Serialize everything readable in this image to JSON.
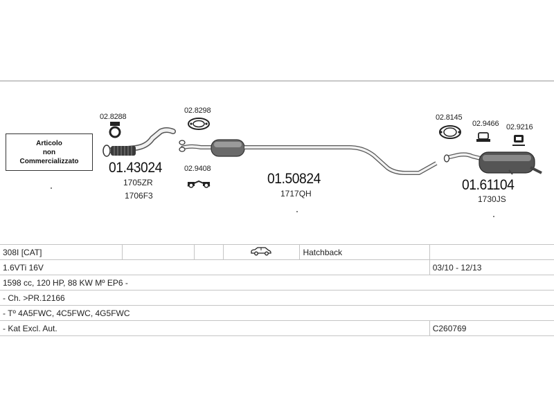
{
  "notice": {
    "line1": "Articolo",
    "line2": "non",
    "line3": "Commercializzato"
  },
  "parts": {
    "clamp_1": "02.8288",
    "front_pipe": {
      "number": "01.43024",
      "ref1": "1705ZR",
      "ref2": "1706F3"
    },
    "gasket_1": "02.8298",
    "mount_1": "02.9408",
    "center_silencer": {
      "number": "01.50824",
      "ref1": "1717QH"
    },
    "clamp_2": "02.8145",
    "mount_2": "02.9466",
    "mount_3": "02.9216",
    "rear_silencer": {
      "number": "01.61104",
      "ref1": "1730JS"
    }
  },
  "vehicle": {
    "model": "308I  [CAT]",
    "body_type": "Hatchback",
    "engine": "1.6VTi  16V",
    "period": "03/10  -  12/13",
    "specs": "1598 cc, 120 HP, 88 KW Mº EP6 -",
    "chassis": "- Ch. >PR.12166",
    "engine_codes": "- Tº 4A5FWC, 4C5FWC, 4G5FWC",
    "note": "- Kat Excl. Aut.",
    "ref_code": "C260769"
  },
  "icons": {
    "vehicle_icon": "hatchback-car-icon",
    "clamp_icon": "clamp-icon",
    "gasket_icon": "gasket-icon",
    "rubber_mount_icon": "rubber-mount-icon"
  }
}
